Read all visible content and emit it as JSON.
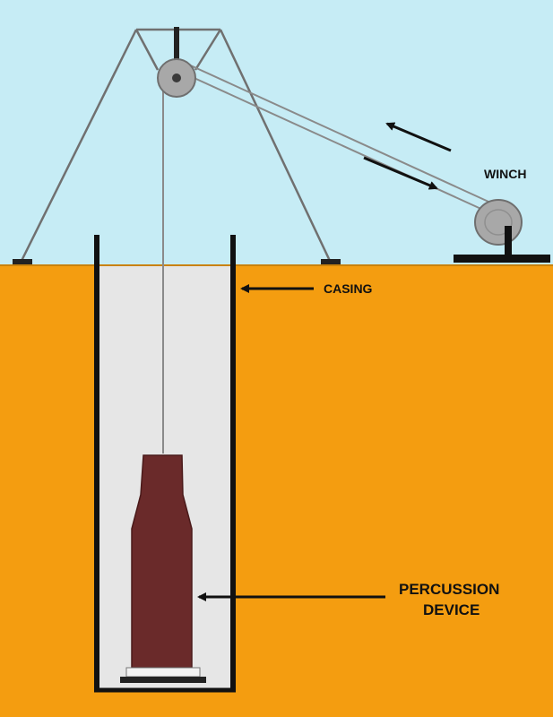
{
  "labels": {
    "winch": "WINCH",
    "casing": "CASING",
    "percussion_line1": "PERCUSSION",
    "percussion_line2": "DEVICE"
  },
  "colors": {
    "sky": "#c6ecf5",
    "ground": "#f49d10",
    "casing_interior": "#e6e6e6",
    "casing_wall": "#111111",
    "tripod": "#707070",
    "pulley": "#a8a8a8",
    "cable": "#8a8a8a",
    "device_body": "#6a2a2a",
    "device_base": "#f2f2f2",
    "winch_base": "#111111",
    "text": "#111111"
  },
  "icons": {
    "pulley": "pulley-wheel-icon",
    "winch": "winch-drum-icon",
    "arrows": "left-arrow-icon"
  }
}
